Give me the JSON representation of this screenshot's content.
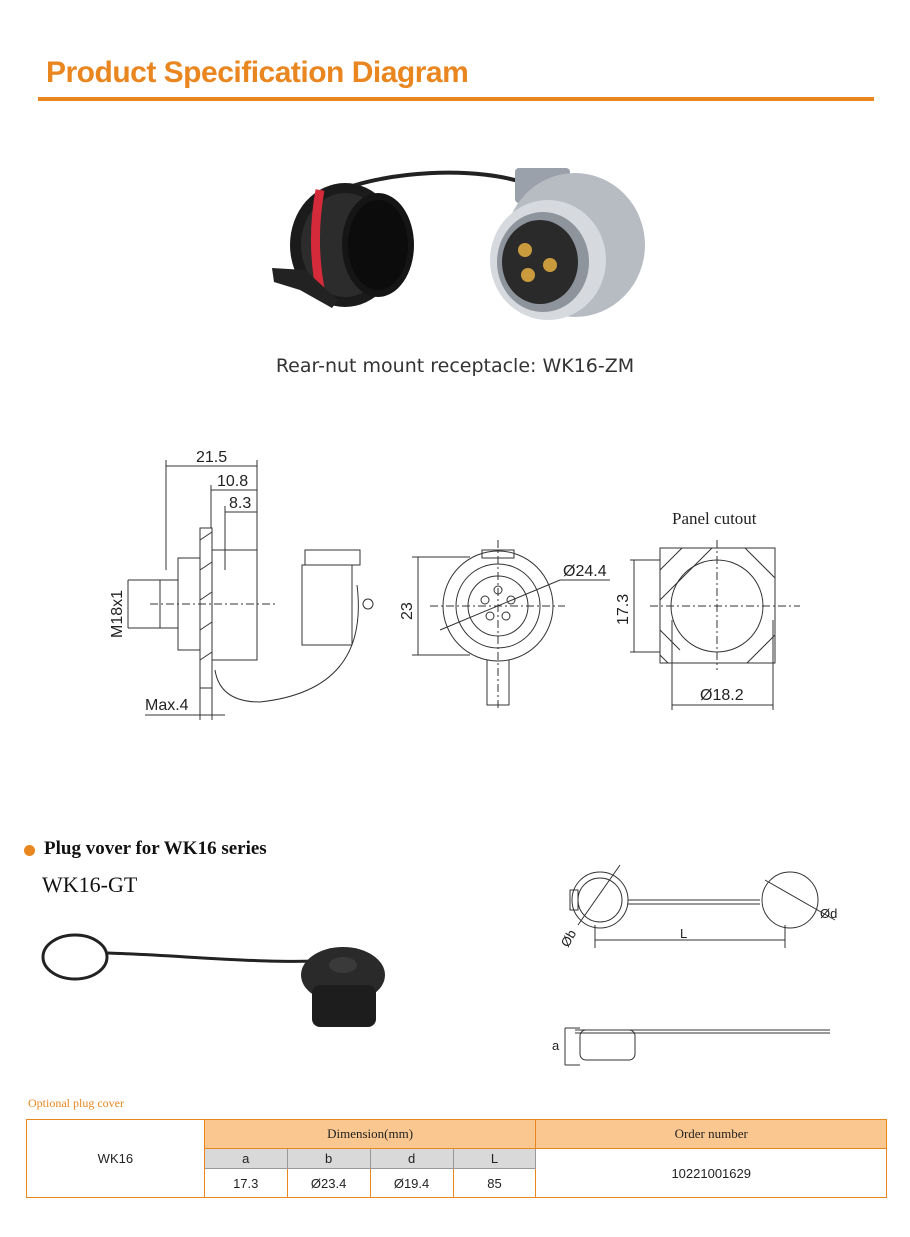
{
  "header": {
    "title": "Product Specification Diagram"
  },
  "product": {
    "caption": "Rear-nut mount receptacle: WK16-ZM"
  },
  "drawing": {
    "dim_21_5": "21.5",
    "dim_10_8": "10.8",
    "dim_8_3": "8.3",
    "thread": "M18x1",
    "max4": "Max.4",
    "height_23": "23",
    "dia_24_4": "Ø24.4",
    "panel_title": "Panel cutout",
    "panel_h": "17.3",
    "panel_d": "Ø18.2"
  },
  "plug_section": {
    "heading": "Plug vover for WK16 series",
    "model": "WK16-GT",
    "label_b": "Øb",
    "label_d": "Ød",
    "label_L": "L",
    "label_a": "a"
  },
  "optional": {
    "label": "Optional plug cover",
    "model": "WK16",
    "dimension_header": "Dimension(mm)",
    "order_header": "Order number",
    "columns": [
      "a",
      "b",
      "d",
      "L"
    ],
    "values": [
      "17.3",
      "Ø23.4",
      "Ø19.4",
      "85"
    ],
    "order_number": "10221001629"
  }
}
